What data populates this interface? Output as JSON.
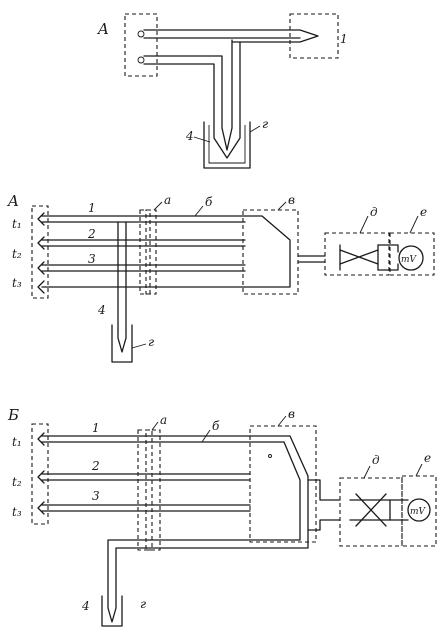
{
  "diagram_a_top": {
    "section_label": "A",
    "label_1": "1",
    "label_4": "4",
    "label_g": "г"
  },
  "diagram_a_mid": {
    "section_label": "A",
    "t1": "t₁",
    "t2": "t₂",
    "t3": "t₃",
    "wire_1": "1",
    "wire_2": "2",
    "wire_3": "3",
    "label_a": "а",
    "label_b": "б",
    "label_v": "в",
    "label_d": "д",
    "label_e": "е",
    "label_4": "4",
    "label_g": "г",
    "meter": "mV"
  },
  "diagram_b": {
    "section_label": "Б",
    "t1": "t₁",
    "t2": "t₂",
    "t3": "t₃",
    "wire_1": "1",
    "wire_2": "2",
    "wire_3": "3",
    "label_a": "а",
    "label_b": "б",
    "label_v": "в",
    "label_d": "д",
    "label_e": "е",
    "label_4": "4",
    "label_g": "г",
    "meter": "mV"
  }
}
